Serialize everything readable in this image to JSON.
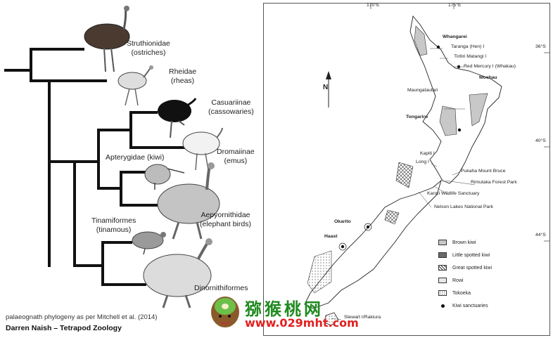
{
  "tree": {
    "taxa": [
      {
        "name": "Struthionidae",
        "common": "(ostriches)"
      },
      {
        "name": "Rheidae",
        "common": "(rheas)"
      },
      {
        "name": "Casuariinae",
        "common": "(cassowaries)"
      },
      {
        "name": "Dromaiinae",
        "common": "(emus)"
      },
      {
        "name": "Apterygidae (kiwi)",
        "common": ""
      },
      {
        "name": "Aepyornithidae",
        "common": "(elephant birds)"
      },
      {
        "name": "Tinamiformes",
        "common": "(tinamous)"
      },
      {
        "name": "Dinornithiformes",
        "common": ""
      }
    ],
    "credit_line": "palaeognath phylogeny as per Mitchell et al. (2014)",
    "credit_name": "Darren Naish – Tetrapod Zoology"
  },
  "map": {
    "longitudes": [
      "170°E",
      "175°E"
    ],
    "latitudes": [
      "36°S",
      "40°S",
      "44°S"
    ],
    "north": "N",
    "places": [
      "Whangarei",
      "Taranga (Hen) I",
      "Tiritiri Matangi I",
      "Red Mercury I (Whakau)",
      "Moehau",
      "Maungatautari",
      "Tongariro",
      "Kapiti I",
      "Long I",
      "Pukaha Mount Bruce",
      "Rimutaka Forest Park",
      "Karori Wildlife Sanctuary",
      "Nelson Lakes National Park",
      "Okarito",
      "Haast",
      "Stewart I/Rakiura"
    ],
    "legend": [
      {
        "label": "Brown kiwi",
        "swatch": "#c8c8c8"
      },
      {
        "label": "Little spotted kiwi",
        "swatch": "#6a6a6a"
      },
      {
        "label": "Great spotted kiwi",
        "swatch": "crosshatch"
      },
      {
        "label": "Rowi",
        "swatch": "#e8e8e8"
      },
      {
        "label": "Tokoeka",
        "swatch": "stipple"
      },
      {
        "label": "Kiwi sanctuaries",
        "swatch": "dot"
      }
    ]
  },
  "watermark": {
    "title": "猕猴桃网",
    "url": "www.029mht.com",
    "green": "#1f8a1f",
    "red": "#e21f1f"
  }
}
